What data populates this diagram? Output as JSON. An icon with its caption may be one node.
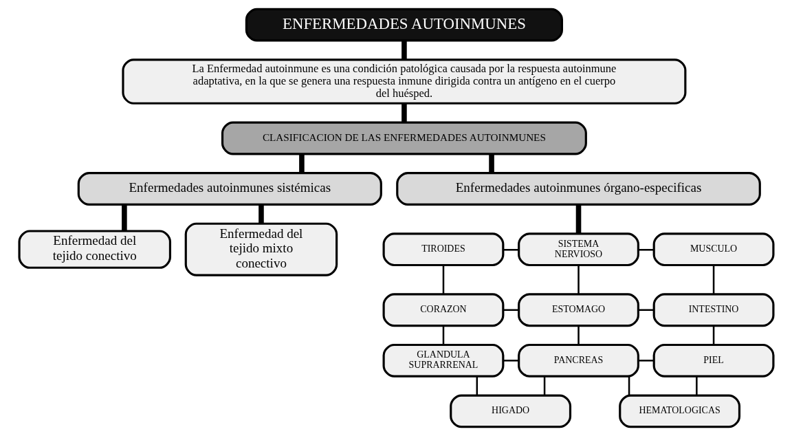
{
  "diagram": {
    "nodes": [
      {
        "text": [
          "ENFERMEDADES AUTOINMUNES"
        ]
      },
      {
        "text": [
          "La Enfermedad autoinmune es una condición patológica causada por la respuesta autoinmune adaptativa, en la que se genera una respuesta inmune dirigida contra un antígeno en el cuerpo del huésped."
        ]
      },
      {
        "text": [
          "CLASIFICACION DE LAS ENFERMEDADES AUTOINMUNES"
        ]
      },
      {
        "text": [
          "Enfermedades autoinmunes sistémicas"
        ]
      },
      {
        "text": [
          "Enfermedades autoinmunes órgano-especificas"
        ]
      },
      {
        "text": [
          "Enfermedad del tejido conectivo"
        ]
      },
      {
        "text": [
          "Enfermedad del tejido mixto conectivo"
        ]
      },
      {
        "text": [
          "TIROIDES"
        ]
      },
      {
        "text": [
          "SISTEMA NERVIOSO"
        ]
      },
      {
        "text": [
          "MUSCULO"
        ]
      },
      {
        "text": [
          "CORAZON"
        ]
      },
      {
        "text": [
          "ESTOMAGO"
        ]
      },
      {
        "text": [
          "INTESTINO"
        ]
      },
      {
        "text": [
          "GLANDULA SUPRARRENAL"
        ]
      },
      {
        "text": [
          "PANCREAS"
        ]
      },
      {
        "text": [
          "PIEL"
        ]
      },
      {
        "text": [
          "HIGADO"
        ]
      },
      {
        "text": [
          "HEMATOLOGICAS"
        ]
      }
    ],
    "edges": [
      {
        "from": 0,
        "to": 1,
        "arrow": "none",
        "style": "thick"
      },
      {
        "from": 1,
        "to": 2,
        "arrow": "none",
        "style": "thick"
      },
      {
        "from": 2,
        "to": 3,
        "arrow": "none",
        "style": "thick"
      },
      {
        "from": 2,
        "to": 4,
        "arrow": "none",
        "style": "thick"
      },
      {
        "from": 3,
        "to": 5,
        "arrow": "none",
        "style": "thick"
      },
      {
        "from": 3,
        "to": 6,
        "arrow": "none",
        "style": "thick"
      },
      {
        "from": 4,
        "to": 8,
        "arrow": "none",
        "style": "thick"
      },
      {
        "from": 7,
        "to": 8,
        "arrow": "none"
      },
      {
        "from": 8,
        "to": 9,
        "arrow": "none"
      },
      {
        "from": 7,
        "to": 10,
        "arrow": "none"
      },
      {
        "from": 8,
        "to": 11,
        "arrow": "none"
      },
      {
        "from": 9,
        "to": 12,
        "arrow": "none"
      },
      {
        "from": 10,
        "to": 11,
        "arrow": "none"
      },
      {
        "from": 11,
        "to": 12,
        "arrow": "none"
      },
      {
        "from": 10,
        "to": 13,
        "arrow": "none"
      },
      {
        "from": 11,
        "to": 14,
        "arrow": "none"
      },
      {
        "from": 12,
        "to": 15,
        "arrow": "none"
      },
      {
        "from": 13,
        "to": 14,
        "arrow": "none"
      },
      {
        "from": 14,
        "to": 15,
        "arrow": "none"
      },
      {
        "from": 13,
        "to": 16,
        "arrow": "none"
      },
      {
        "from": 15,
        "to": 17,
        "arrow": "none"
      },
      {
        "from": 14,
        "to": 16,
        "arrow": "none"
      },
      {
        "from": 14,
        "to": 17,
        "arrow": "none"
      }
    ]
  }
}
